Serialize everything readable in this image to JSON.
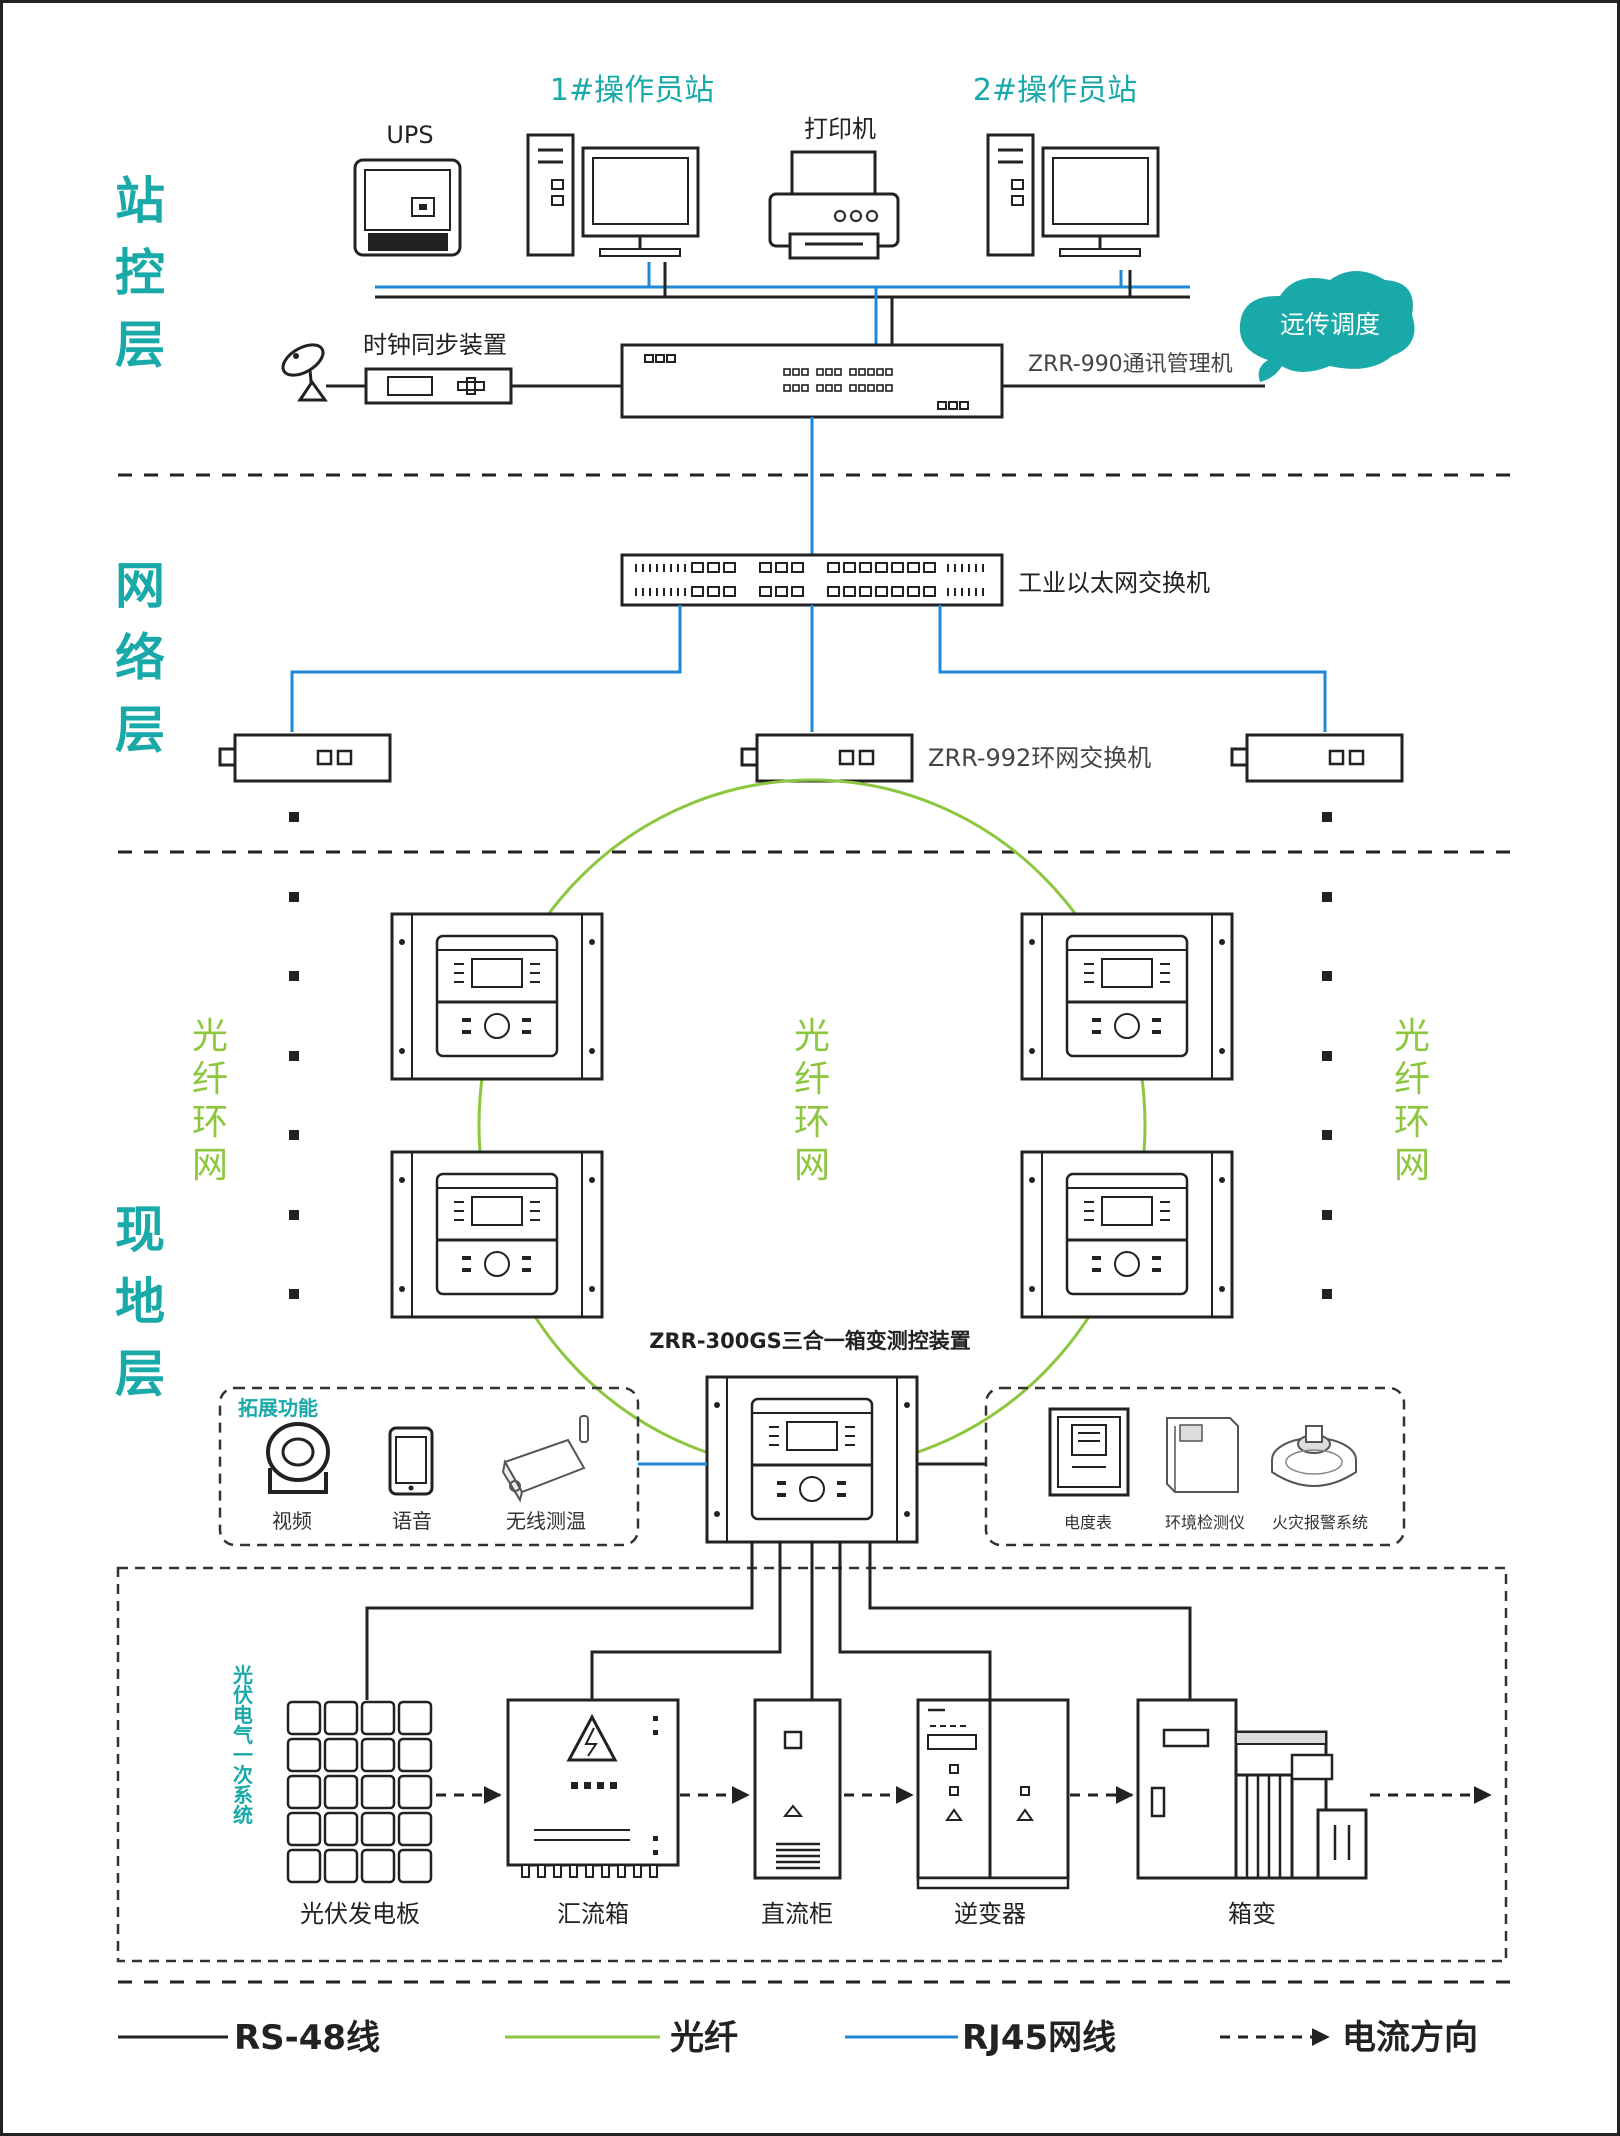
{
  "layers": {
    "station": [
      "站",
      "控",
      "层"
    ],
    "network": [
      "网",
      "络",
      "层"
    ],
    "field": [
      "现",
      "地",
      "层"
    ]
  },
  "station": {
    "ups": "UPS",
    "op1": "1#操作员站",
    "printer": "打印机",
    "op2": "2#操作员站",
    "clock": "时钟同步装置",
    "manager": "ZRR-990通讯管理机",
    "remote": "远传调度"
  },
  "network": {
    "ethernet_switch": "工业以太网交换机",
    "ring_switch": "ZRR-992环网交换机"
  },
  "field": {
    "ring": [
      "光",
      "纤",
      "环",
      "网"
    ],
    "device": "ZRR-300GS三合一箱变测控装置",
    "ext_title": "拓展功能",
    "ext_items": [
      "视频",
      "语音",
      "无线测温"
    ],
    "right_items": [
      "电度表",
      "环境检测仪",
      "火灾报警系统"
    ],
    "pv_title": [
      "光",
      "伏",
      "电",
      "气",
      "一",
      "次",
      "系",
      "统"
    ],
    "pv_items": [
      "光伏发电板",
      "汇流箱",
      "直流柜",
      "逆变器",
      "箱变"
    ]
  },
  "legend": {
    "rs485": "RS-48线",
    "fiber": "光纤",
    "rj45": "RJ45网线",
    "current": "电流方向"
  },
  "colors": {
    "teal": "#1aa9a9",
    "green": "#8dc63f",
    "blue": "#1e88d6",
    "line": "#222222"
  }
}
